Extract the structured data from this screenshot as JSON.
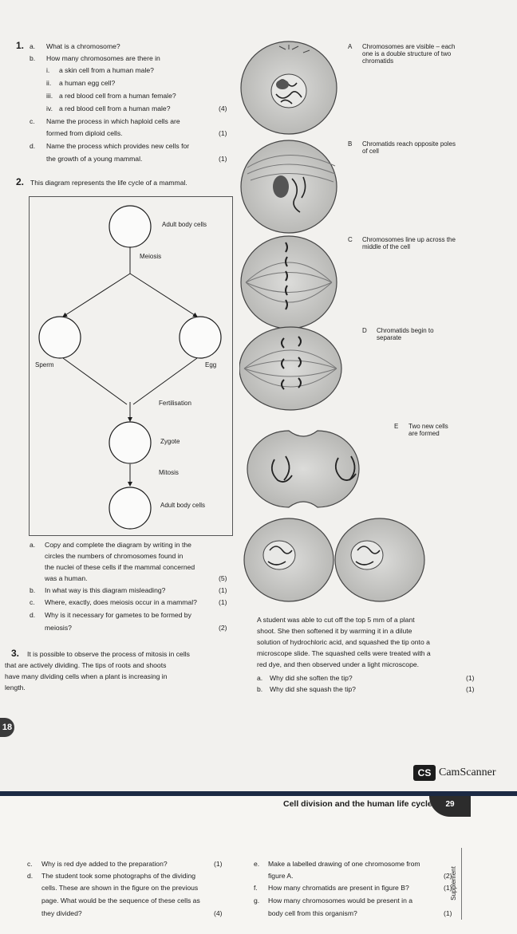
{
  "q1": {
    "num": "1.",
    "a": {
      "label": "a.",
      "text": "What is a chromosome?"
    },
    "b": {
      "label": "b.",
      "text": "How many chromosomes are there in",
      "items": [
        {
          "label": "i.",
          "text": "a skin cell from a human male?"
        },
        {
          "label": "ii.",
          "text": "a human egg cell?"
        },
        {
          "label": "iii.",
          "text": "a red blood cell from a human female?"
        },
        {
          "label": "iv.",
          "text": "a red blood cell from a human male?",
          "marks": "(4)"
        }
      ]
    },
    "c": {
      "label": "c.",
      "text": "Name the process in which haploid cells are",
      "text2": "formed from diploid cells.",
      "marks": "(1)"
    },
    "d": {
      "label": "d.",
      "text": "Name the process which provides new cells for",
      "text2": "the growth of a young mammal.",
      "marks": "(1)"
    }
  },
  "q2": {
    "num": "2.",
    "intro": "This diagram represents the life cycle of a mammal.",
    "diagram": {
      "adult_top": "Adult body cells",
      "meiosis": "Meiosis",
      "sperm": "Sperm",
      "egg": "Egg",
      "fertilisation": "Fertilisation",
      "zygote": "Zygote",
      "mitosis": "Mitosis",
      "adult_bottom": "Adult body cells"
    },
    "a": {
      "label": "a.",
      "lines": [
        "Copy and complete the diagram by writing in the",
        "circles the numbers of chromosomes found in",
        "the nuclei of these cells if the mammal concerned",
        "was a human."
      ],
      "marks": "(5)"
    },
    "b": {
      "label": "b.",
      "text": "In what way is this diagram misleading?",
      "marks": "(1)"
    },
    "c": {
      "label": "c.",
      "text": "Where, exactly, does meiosis occur in a mammal?",
      "marks": "(1)"
    },
    "d": {
      "label": "d.",
      "text": "Why is it necessary for gametes to be formed by",
      "text2": "meiosis?",
      "marks": "(2)"
    }
  },
  "stages": {
    "A": {
      "letter": "A",
      "lines": [
        "Chromosomes are visible – each",
        "one is a double structure of two",
        "chromatids"
      ]
    },
    "B": {
      "letter": "B",
      "lines": [
        "Chromatids reach opposite poles",
        "of cell"
      ]
    },
    "C": {
      "letter": "C",
      "lines": [
        "Chromosomes line up across the",
        "middle of the cell"
      ]
    },
    "D": {
      "letter": "D",
      "lines": [
        "Chromatids begin to",
        "separate"
      ]
    },
    "E": {
      "letter": "E",
      "lines": [
        "Two new cells",
        "are formed"
      ]
    }
  },
  "q3": {
    "num": "3.",
    "left_lines": [
      "It is possible to observe the process of mitosis in cells",
      "that are actively dividing. The tips of roots and shoots",
      "have many dividing cells when a plant is increasing in",
      "length."
    ],
    "right_lines": [
      "A student was able to cut off the top 5 mm of a plant",
      "shoot. She then softened it by warming it in a dilute",
      "solution of hydrochloric acid, and squashed the tip onto a",
      "microscope slide. The squashed cells were treated with a",
      "red dye, and then observed under a light microscope."
    ],
    "a": {
      "label": "a.",
      "text": "Why did she soften the tip?",
      "marks": "(1)"
    },
    "b": {
      "label": "b.",
      "text": "Why did she squash the tip?",
      "marks": "(1)"
    },
    "c": {
      "label": "c.",
      "text": "Why is red dye added to the preparation?",
      "marks": "(1)"
    },
    "d": {
      "label": "d.",
      "lines": [
        "The student took some photographs of the dividing",
        "cells. These are shown in the figure on the previous",
        "page. What would be the sequence of these cells as",
        "they divided?"
      ],
      "marks": "(4)"
    },
    "e": {
      "label": "e.",
      "text": "Make a labelled drawing of one chromosome from",
      "text2": "figure A.",
      "marks": "(2)"
    },
    "f": {
      "label": "f.",
      "text": "How many chromatids are present in figure B?",
      "marks": "(1)"
    },
    "g": {
      "label": "g.",
      "text": "How many chromosomes would be present in a",
      "text2": "body cell from this organism?",
      "marks": "(1)"
    }
  },
  "page_number": "18",
  "scanner": {
    "badge": "CS",
    "name": "CamScanner"
  },
  "page2_header": {
    "title": "Cell division and the human life cycle",
    "page": "29"
  },
  "side_tab": "Supplement"
}
